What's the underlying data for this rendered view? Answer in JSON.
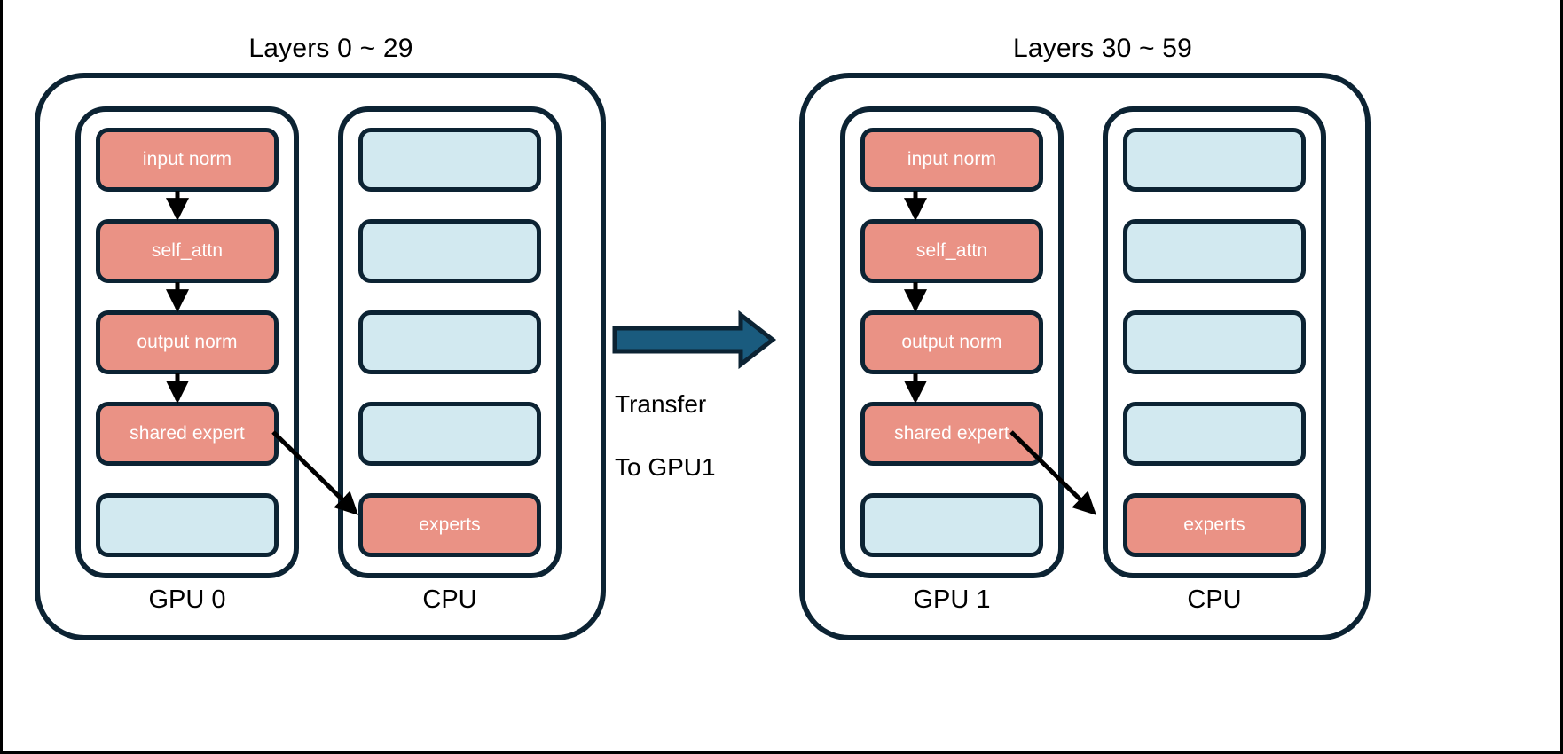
{
  "diagram": {
    "title_hidden": "MoE layer placement across GPU and CPU",
    "colors": {
      "active_block": "#ea9285",
      "empty_block": "#d2e9f0",
      "outline": "#0c2333",
      "transfer_arrow": "#1a5b7e",
      "background": "#ffffff",
      "text_on_block": "#ffffff",
      "label_text": "#000000"
    }
  },
  "panels": [
    {
      "id": "panel-left",
      "title": "Layers 0 ~ 29",
      "gpu": {
        "label": "GPU 0",
        "slots": [
          {
            "label": "input norm",
            "state": "active"
          },
          {
            "label": "self_attn",
            "state": "active"
          },
          {
            "label": "output norm",
            "state": "active"
          },
          {
            "label": "shared expert",
            "state": "active"
          },
          {
            "label": "",
            "state": "empty"
          }
        ]
      },
      "cpu": {
        "label": "CPU",
        "slots": [
          {
            "label": "",
            "state": "empty"
          },
          {
            "label": "",
            "state": "empty"
          },
          {
            "label": "",
            "state": "empty"
          },
          {
            "label": "",
            "state": "empty"
          },
          {
            "label": "experts",
            "state": "active"
          }
        ]
      }
    },
    {
      "id": "panel-right",
      "title": "Layers 30 ~ 59",
      "gpu": {
        "label": "GPU 1",
        "slots": [
          {
            "label": "input norm",
            "state": "active"
          },
          {
            "label": "self_attn",
            "state": "active"
          },
          {
            "label": "output norm",
            "state": "active"
          },
          {
            "label": "shared expert",
            "state": "active"
          },
          {
            "label": "",
            "state": "empty"
          }
        ]
      },
      "cpu": {
        "label": "CPU",
        "slots": [
          {
            "label": "",
            "state": "empty"
          },
          {
            "label": "",
            "state": "empty"
          },
          {
            "label": "",
            "state": "empty"
          },
          {
            "label": "",
            "state": "empty"
          },
          {
            "label": "experts",
            "state": "active"
          }
        ]
      }
    }
  ],
  "transfer": {
    "label": "Transfer\nTo GPU1",
    "line1": "Transfer",
    "line2": "To GPU1"
  },
  "flow_arrows": {
    "gpu_chain": [
      "input norm",
      "self_attn",
      "output norm",
      "shared expert"
    ],
    "offload": {
      "from": "shared expert",
      "to": "experts"
    }
  }
}
